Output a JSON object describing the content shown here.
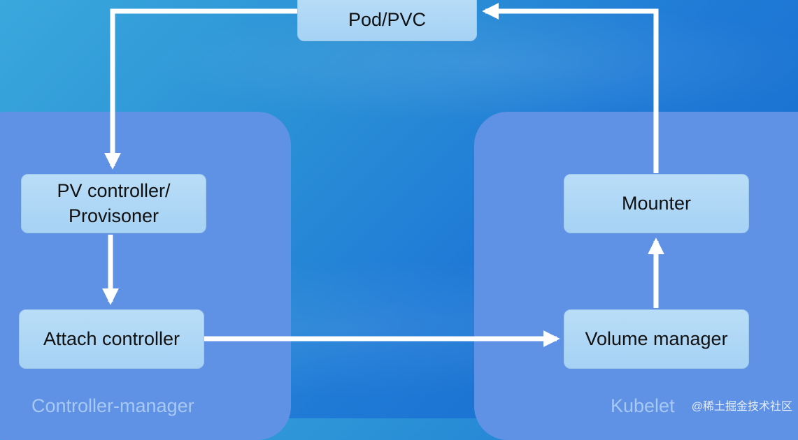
{
  "nodes": {
    "pod_pvc": "Pod/PVC",
    "pv_controller_line1": "PV controller/",
    "pv_controller_line2": "Provisoner",
    "attach_controller": "Attach controller",
    "mounter": "Mounter",
    "volume_manager": "Volume manager"
  },
  "groups": {
    "left": "Controller-manager",
    "right": "Kubelet"
  },
  "watermark": "@稀土掘金技术社区",
  "colors": {
    "background": "#2a8fd6",
    "group_fill": "#5f92e4",
    "node_fill": "#b2d9f6",
    "arrow": "#ffffff"
  }
}
